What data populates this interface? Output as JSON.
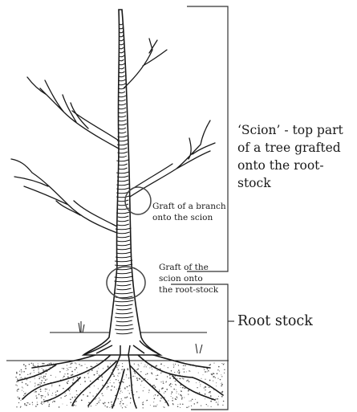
{
  "labels": {
    "scion": "‘Scion’ - top part\nof a tree grafted\nonto the root-stock",
    "root_stock": "Root stock",
    "branch_graft": "Graft of a branch\nonto the scion",
    "scion_graft": "Graft of the\nscion onto\nthe root-stock"
  },
  "colors": {
    "ink": "#1a1a1a",
    "stipple": "#555555",
    "background": "#ffffff"
  }
}
